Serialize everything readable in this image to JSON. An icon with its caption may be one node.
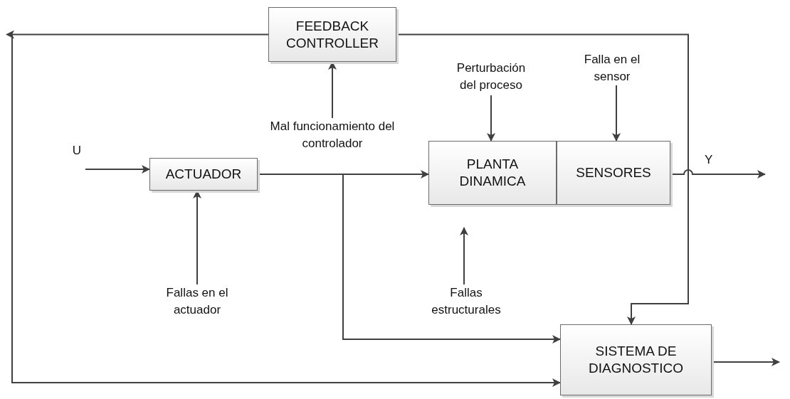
{
  "diagram": {
    "nodes": [
      {
        "text": [
          "FEEDBACK CONTROLLER"
        ]
      },
      {
        "text": [
          "Mal funcionamiento del controlador"
        ]
      },
      {
        "text": [
          "U"
        ]
      },
      {
        "text": [
          "ACTUADOR"
        ]
      },
      {
        "text": [
          "Perturbación del proceso"
        ]
      },
      {
        "text": [
          "Falla en el sensor"
        ]
      },
      {
        "text": [
          "PLANTA DINAMICA"
        ]
      },
      {
        "text": [
          "SENSORES"
        ]
      },
      {
        "text": [
          "Fallas en el actuador"
        ]
      },
      {
        "text": [
          "Fallas estructurales"
        ]
      },
      {
        "text": [
          "SISTEMA DE DIAGNOSTICO"
        ]
      }
    ],
    "edges": [
      {
        "from": 0,
        "to": 10,
        "arrow": "to"
      },
      {
        "from": 0,
        "to": 10,
        "arrow": "to"
      },
      {
        "from": 1,
        "to": 0,
        "arrow": "to"
      },
      {
        "from": 2,
        "to": 3,
        "arrow": "to"
      },
      {
        "from": 3,
        "to": 6,
        "arrow": "to"
      },
      {
        "from": 3,
        "to": 10,
        "arrow": "to"
      },
      {
        "from": 4,
        "to": 6,
        "arrow": "to"
      },
      {
        "from": 5,
        "to": 7,
        "arrow": "to"
      },
      {
        "from": 7,
        "to": null,
        "arrow": "to",
        "label": "Y"
      },
      {
        "from": 8,
        "to": 3,
        "arrow": "to"
      },
      {
        "from": 9,
        "to": null,
        "arrow": "to"
      },
      {
        "from": 10,
        "to": null,
        "arrow": "to"
      }
    ]
  }
}
